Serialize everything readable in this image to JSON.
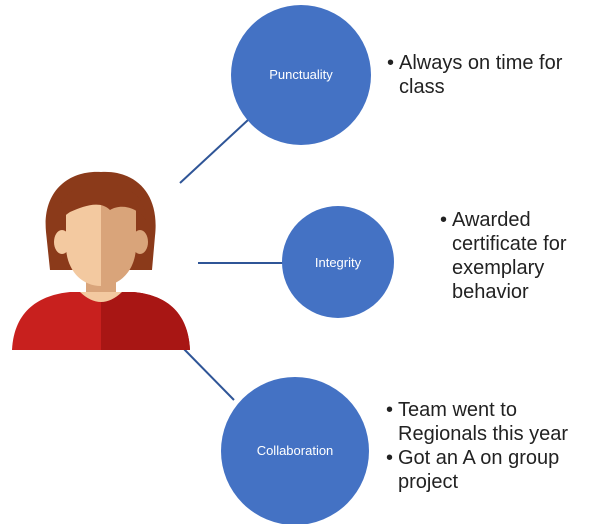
{
  "colors": {
    "node_fill": "#4472C4",
    "connector": "#2F5597",
    "avatar_hair": "#8B3A1A",
    "avatar_skin_light": "#F3C9A0",
    "avatar_skin_shade": "#D9A47A",
    "avatar_shirt": "#C8201E"
  },
  "avatar": {
    "icon": "person-icon"
  },
  "nodes": [
    {
      "label": "Punctuality",
      "bullets": [
        "Always on time for class"
      ]
    },
    {
      "label": "Integrity",
      "bullets": [
        "Awarded certificate for exemplary behavior"
      ]
    },
    {
      "label": "Collaboration",
      "bullets": [
        "Team went to Regionals this year",
        "Got an A on group project"
      ]
    }
  ]
}
